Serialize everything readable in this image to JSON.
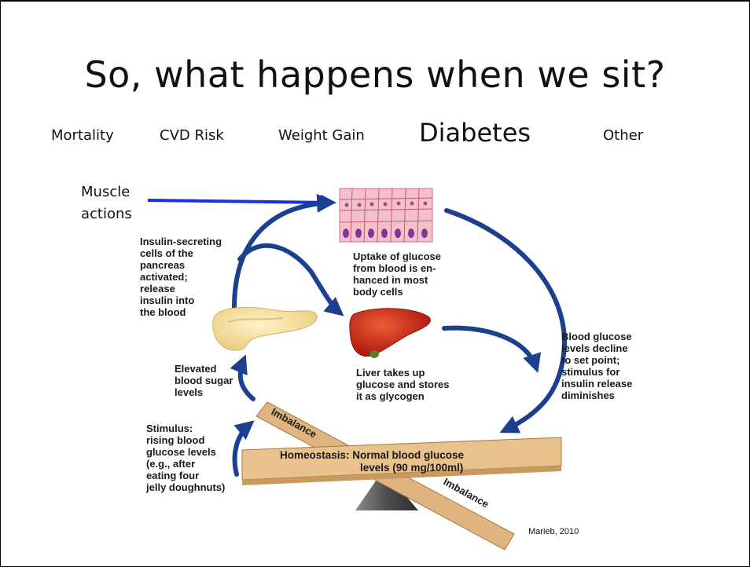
{
  "slide": {
    "title": "So, what happens when we sit?",
    "topics": [
      "Mortality",
      "CVD Risk",
      "Weight Gain",
      "Diabetes",
      "Other"
    ],
    "highlighted_topic": "Diabetes",
    "credit": "Marieb, 2010"
  },
  "diagram": {
    "muscle_actions": "Muscle\nactions",
    "pancreas_label": "Insulin-secreting\ncells of the\npancreas\nactivated;\nrelease\ninsulin into\nthe blood",
    "uptake_label": "Uptake of glucose\nfrom blood is en-\nhanced in most\nbody cells",
    "liver_label": "Liver takes up\nglucose and stores\nit as glycogen",
    "blood_glucose_label": "Blood glucose\nlevels decline\nto set point;\nstimulus for\ninsulin release\ndiminishes",
    "elevated_label": "Elevated\nblood sugar\nlevels",
    "stimulus_label": "Stimulus:\nrising blood\nglucose levels\n(e.g., after\neating four\njelly doughnuts)",
    "imbalance_top": "Imbalance",
    "imbalance_bottom": "Imbalance",
    "homeostasis_line1": "Homeostasis: Normal blood glucose",
    "homeostasis_line2": "levels (90 mg/100ml)",
    "colors": {
      "arrow_dark_blue": "#1c3f8f",
      "arrow_bright_blue": "#1a2fe0",
      "beam_tan": "#e0b47f",
      "liver_red": "#c9260f",
      "pancreas_yellow": "#f3dd9a",
      "cells_pink": "#e58aa0"
    },
    "icons": [
      "muscle-cells-icon",
      "liver-icon",
      "pancreas-icon",
      "seesaw-fulcrum-icon"
    ]
  }
}
